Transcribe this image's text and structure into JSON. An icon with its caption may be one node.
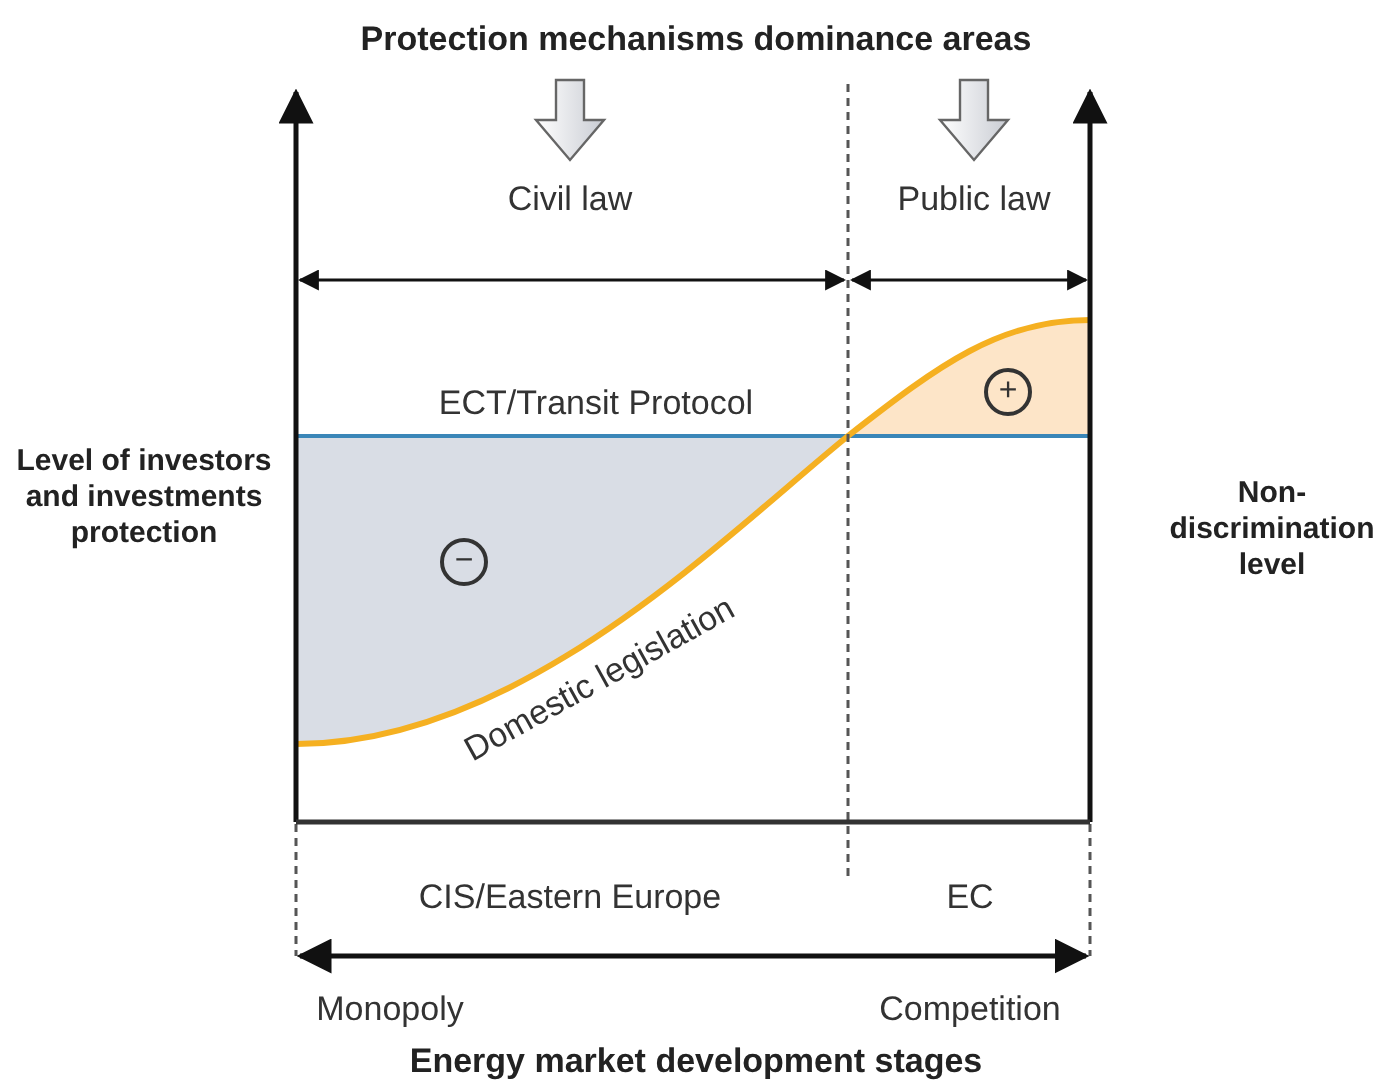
{
  "diagram": {
    "title": "Protection mechanisms dominance areas",
    "labels": [
      "Civil law",
      "Public law",
      "ECT/Transit Protocol",
      "+",
      "Level of investors and investments protection",
      "Non-discrimination level",
      "−",
      "Domestic legislation",
      "CIS/Eastern Europe",
      "EC",
      "Monopoly",
      "Competition",
      "Energy market development stages"
    ]
  }
}
